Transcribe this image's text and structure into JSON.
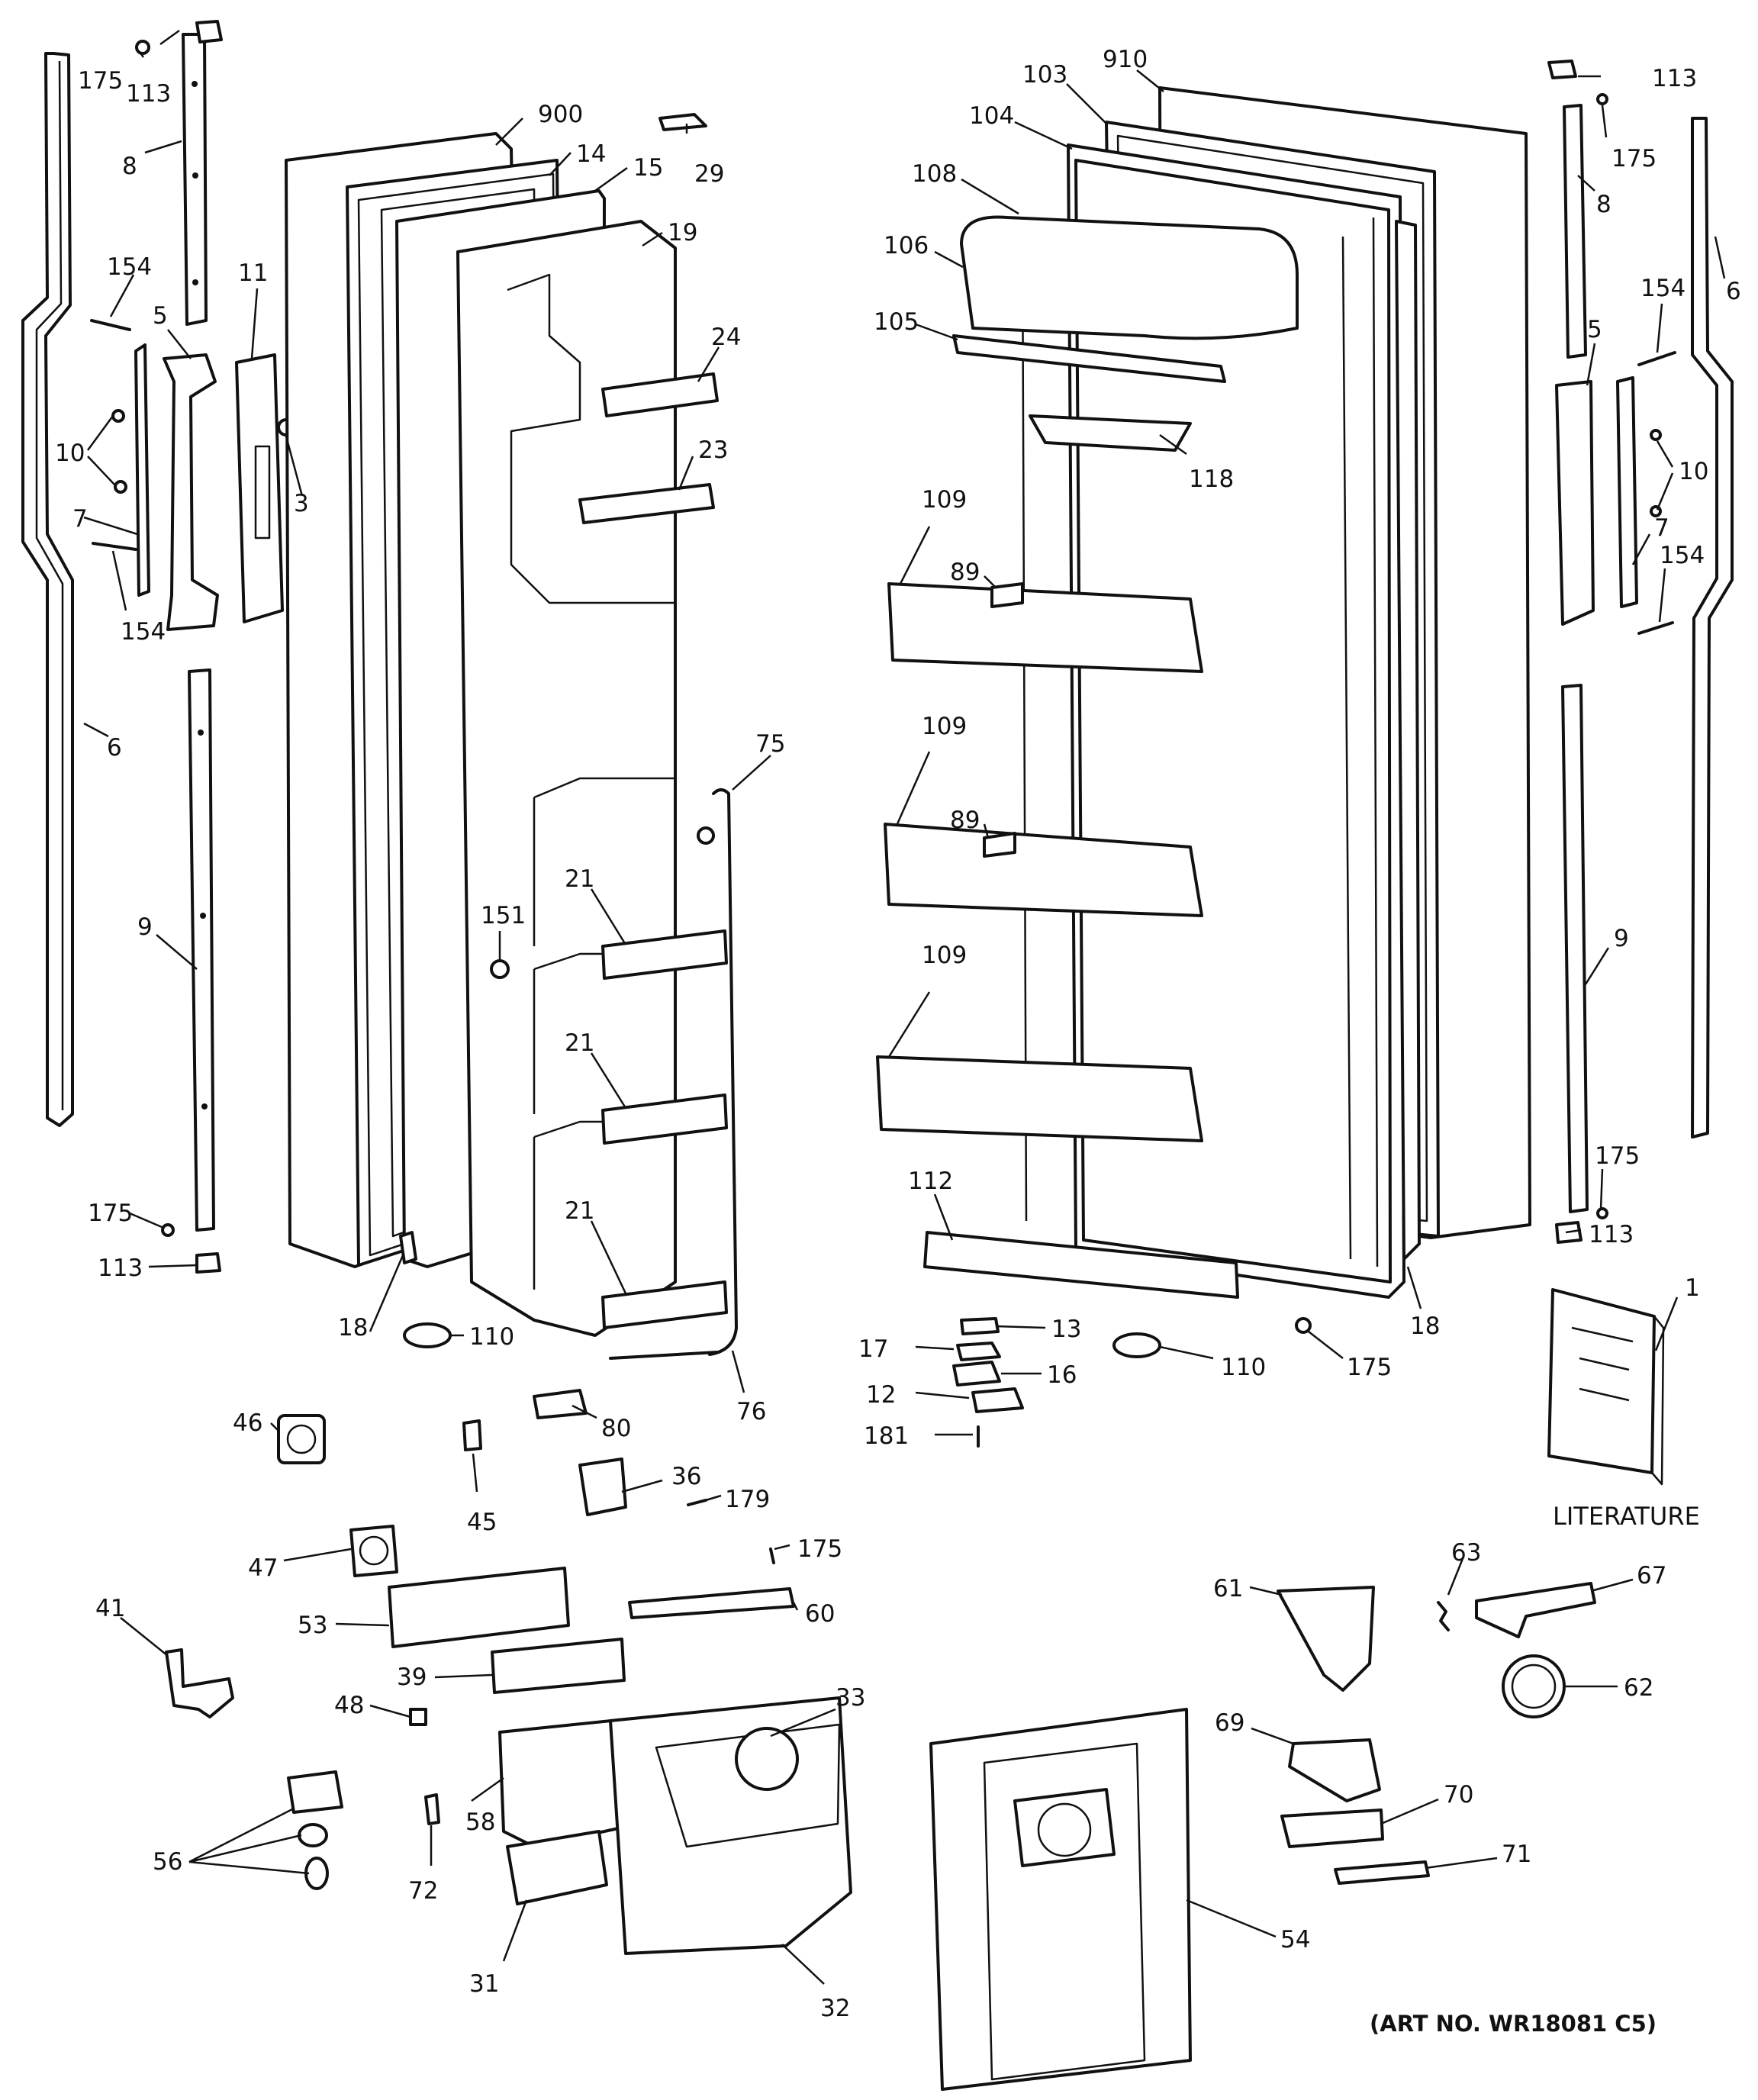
{
  "labels": {
    "l175a": "175",
    "l113a": "113",
    "l8a": "8",
    "l154a": "154",
    "l5a": "5",
    "l11": "11",
    "l10a": "10",
    "l7a": "7",
    "l154b": "154",
    "l6a": "6",
    "l9a": "9",
    "l175b": "175",
    "l113b": "113",
    "l18a": "18",
    "l3": "3",
    "l900": "900",
    "l14": "14",
    "l15": "15",
    "l29": "29",
    "l19": "19",
    "l24": "24",
    "l23": "23",
    "l75": "75",
    "l151": "151",
    "l21a": "21",
    "l21b": "21",
    "l21c": "21",
    "l110a": "110",
    "l80": "80",
    "l76": "76",
    "l910": "910",
    "l103": "103",
    "l104": "104",
    "l108": "108",
    "l106": "106",
    "l105": "105",
    "l118": "118",
    "l109a": "109",
    "l89a": "89",
    "l109b": "109",
    "l89b": "89",
    "l109c": "109",
    "l112": "112",
    "l13": "13",
    "l17": "17",
    "l16": "16",
    "l12": "12",
    "l181": "181",
    "l110b": "110",
    "l175c": "175",
    "l18b": "18",
    "l113c": "113",
    "l175d": "175",
    "l8b": "8",
    "l6b": "6",
    "l154c": "154",
    "l5b": "5",
    "l10b": "10",
    "l7b": "7",
    "l154d": "154",
    "l9b": "9",
    "l175e": "175",
    "l113d": "113",
    "l1": "1",
    "l46": "46",
    "l45": "45",
    "l36": "36",
    "l179": "179",
    "l175f": "175",
    "l47": "47",
    "l41": "41",
    "l53": "53",
    "l60": "60",
    "l39": "39",
    "l48": "48",
    "l33": "33",
    "l56": "56",
    "l58": "58",
    "l72": "72",
    "l31": "31",
    "l32": "32",
    "l63": "63",
    "l67": "67",
    "l61": "61",
    "l62": "62",
    "l69": "69",
    "l70": "70",
    "l71": "71",
    "l54": "54"
  },
  "literature": "LITERATURE",
  "art_number": "(ART NO. WR18081 C5)"
}
